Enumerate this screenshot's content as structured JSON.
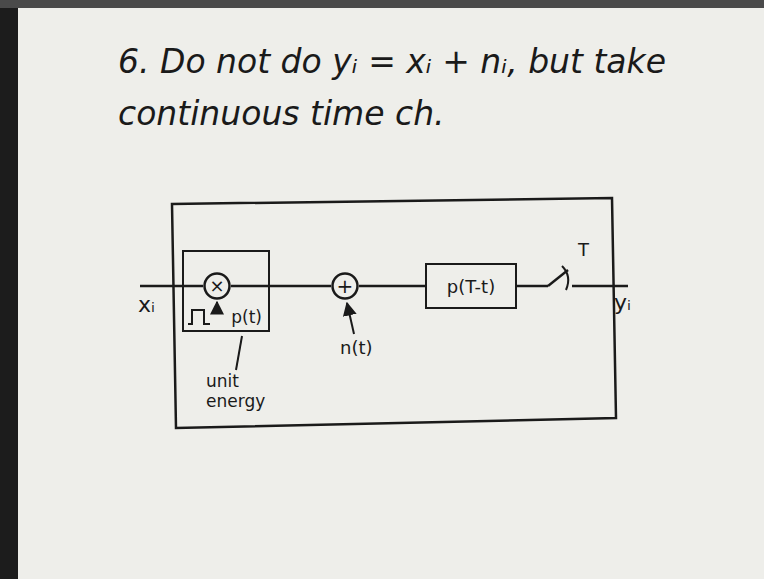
{
  "diagram": {
    "title": "6. Do not do yᵢ = xᵢ + nᵢ, but take continuous time ch.",
    "nodes": [
      {
        "text": [
          "p(t)"
        ]
      },
      {
        "text": [
          "×"
        ],
        "in": 0
      },
      {
        "text": [
          "+"
        ]
      },
      {
        "text": [
          "p(T-t)"
        ]
      }
    ],
    "edges": [
      {
        "from": 1,
        "to": 2,
        "arrow": "none"
      },
      {
        "from": 2,
        "to": 3,
        "arrow": "none"
      }
    ],
    "labels": [
      "xᵢ",
      "n(t)",
      "unit energy",
      "T",
      "yᵢ"
    ]
  }
}
